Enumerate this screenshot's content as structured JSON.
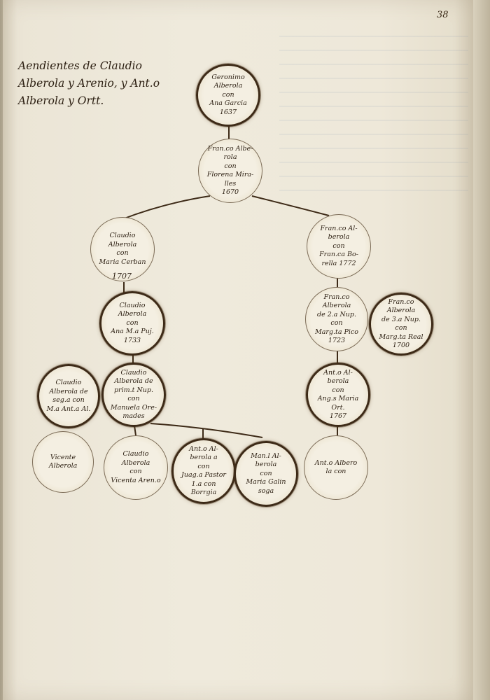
{
  "page": {
    "folio": "38",
    "title": "Aendientes de Claudio\nAlberola y Arenio, y Ant.o\nAlberola y Ortt."
  },
  "nodes": [
    {
      "id": "gen1",
      "text": "Geronimo\nAlberola\ncon\nAna Garcia\n1637"
    },
    {
      "id": "gen2",
      "text": "Fran.co Albe-\nrola\ncon\nFlorena Mira-\nlles\n1670"
    },
    {
      "id": "claudio-1707",
      "text": "Claudio\nAlberola\ncon\nMaria Cerban"
    },
    {
      "id": "fran-left",
      "text": "Fran.co Al-\nberola\ncon\nFran.ca Bo-\nrella 1772"
    },
    {
      "id": "claudio-1733",
      "text": "Claudio\nAlberola\ncon\nAna M.a Puj.\n1733"
    },
    {
      "id": "fran-2nup",
      "text": "Fran.co\nAlberola\nde 2.a Nup.\ncon\nMarg.ta Pico\n1723"
    },
    {
      "id": "fran-3nup",
      "text": "Fran.co\nAlberola\nde 3.a Nup.\ncon\nMarg.ta Real\n1700"
    },
    {
      "id": "claudio-seg",
      "text": "Claudio\nAlberola de\nseg.a con\nM.a Ant.a Al."
    },
    {
      "id": "claudio-prim",
      "text": "Claudio\nAlberola de\nprim.t Nup.\ncon\nManuela Ore-\nmades"
    },
    {
      "id": "ant-1767",
      "text": "Ant.o Al-\nberola\ncon\nAng.s Maria\nOrt.\n1767"
    },
    {
      "id": "vicente",
      "text": "Vicente\nAlberola"
    },
    {
      "id": "claudio-vic",
      "text": "Claudio\nAlberola\ncon\nVicenta Aren.o"
    },
    {
      "id": "ant-a",
      "text": "Ant.o Al-\nberola a\ncon\nJuag.a Pastor\n1.a con\nBorrgia"
    },
    {
      "id": "manl",
      "text": "Man.l Al-\nberola\ncon\nMaria Galin\nsoga"
    },
    {
      "id": "ant-last",
      "text": "Ant.o Albero\nla con"
    }
  ],
  "years": {
    "claudio_1707": "1707"
  }
}
